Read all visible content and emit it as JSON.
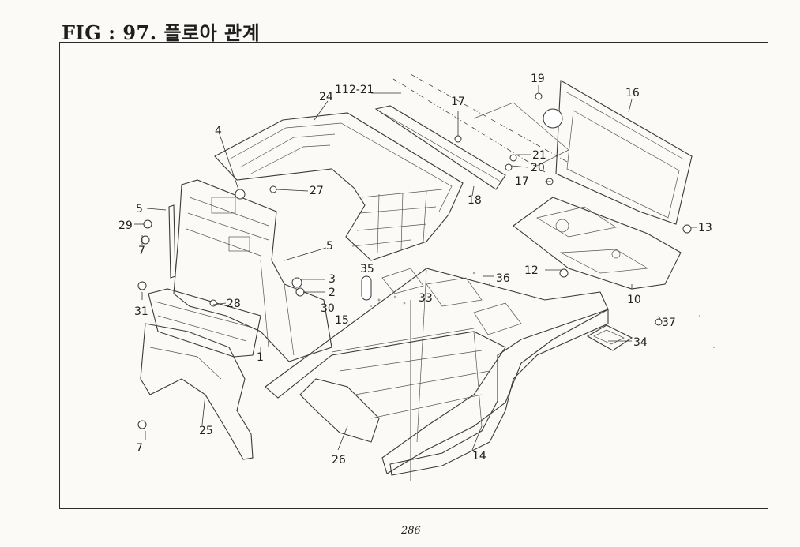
{
  "title": "FIG : 97. 플로아 관계",
  "page_number": "286",
  "callouts": [
    {
      "id": "c-112-21",
      "text": "112-21"
    },
    {
      "id": "c-24",
      "text": "24"
    },
    {
      "id": "c-17a",
      "text": "17"
    },
    {
      "id": "c-19",
      "text": "19"
    },
    {
      "id": "c-16",
      "text": "16"
    },
    {
      "id": "c-4",
      "text": "4"
    },
    {
      "id": "c-21",
      "text": "21"
    },
    {
      "id": "c-20",
      "text": "20"
    },
    {
      "id": "c-17b",
      "text": "17"
    },
    {
      "id": "c-27",
      "text": "27"
    },
    {
      "id": "c-18",
      "text": "18"
    },
    {
      "id": "c-5a",
      "text": "5"
    },
    {
      "id": "c-29",
      "text": "29"
    },
    {
      "id": "c-13",
      "text": "13"
    },
    {
      "id": "c-7a",
      "text": "7"
    },
    {
      "id": "c-5b",
      "text": "5"
    },
    {
      "id": "c-35",
      "text": "35"
    },
    {
      "id": "c-12",
      "text": "12"
    },
    {
      "id": "c-36",
      "text": "36"
    },
    {
      "id": "c-3",
      "text": "3"
    },
    {
      "id": "c-2",
      "text": "2"
    },
    {
      "id": "c-31",
      "text": "31"
    },
    {
      "id": "c-28",
      "text": "28"
    },
    {
      "id": "c-33",
      "text": "33"
    },
    {
      "id": "c-10",
      "text": "10"
    },
    {
      "id": "c-37",
      "text": "37"
    },
    {
      "id": "c-30",
      "text": "30"
    },
    {
      "id": "c-15",
      "text": "15"
    },
    {
      "id": "c-34",
      "text": "34"
    },
    {
      "id": "c-1",
      "text": "1"
    },
    {
      "id": "c-25",
      "text": "25"
    },
    {
      "id": "c-7b",
      "text": "7"
    },
    {
      "id": "c-26",
      "text": "26"
    },
    {
      "id": "c-14",
      "text": "14"
    }
  ]
}
